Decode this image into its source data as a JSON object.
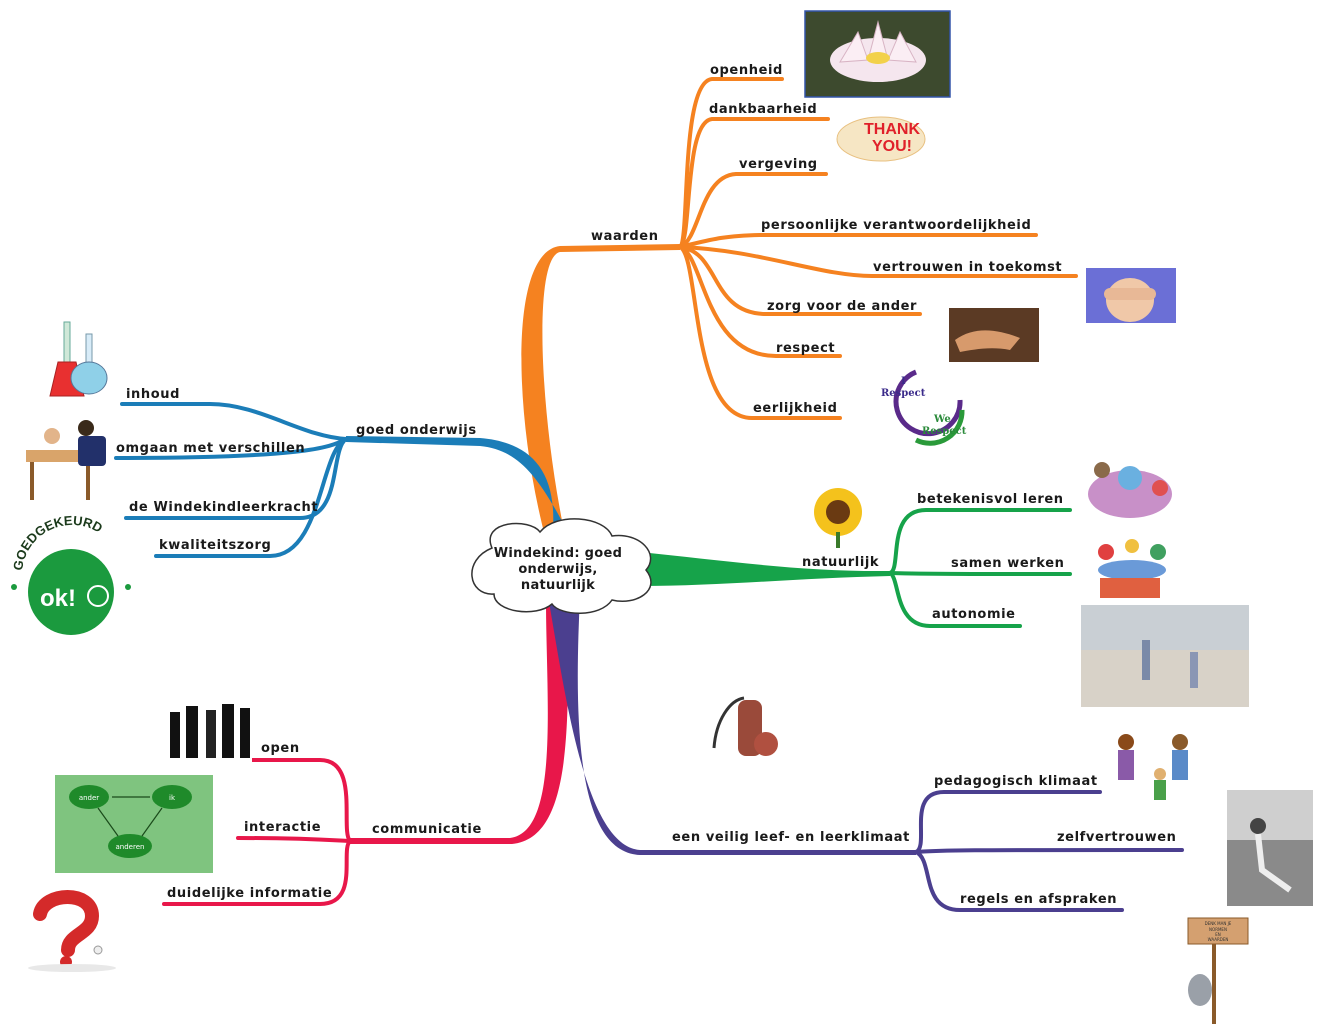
{
  "central": {
    "lines": [
      "Windekind: goed",
      "onderwijs,",
      "natuurlijk"
    ]
  },
  "branches": {
    "waarden": {
      "label": "waarden",
      "color": "#f58220",
      "items": [
        "openheid",
        "dankbaarheid",
        "vergeving",
        "persoonlijke verantwoordelijkheid",
        "vertrouwen in toekomst",
        "zorg voor de ander",
        "respect",
        "eerlijkheid"
      ]
    },
    "goed_onderwijs": {
      "label": "goed onderwijs",
      "color": "#1b7db8",
      "items": [
        "inhoud",
        "omgaan met verschillen",
        "de Windekindleerkracht",
        "kwaliteitszorg"
      ]
    },
    "natuurlijk": {
      "label": "natuurlijk",
      "color": "#16a34a",
      "items": [
        "betekenisvol leren",
        "samen werken",
        "autonomie"
      ]
    },
    "communicatie": {
      "label": "communicatie",
      "color": "#e8174a",
      "items": [
        "open",
        "interactie",
        "duidelijke informatie"
      ]
    },
    "veilig": {
      "label": "een veilig leef- en leerklimaat",
      "color": "#4b3f8f",
      "items": [
        "pedagogisch klimaat",
        "zelfvertrouwen",
        "regels en afspraken"
      ]
    }
  },
  "image_texts": {
    "thank_you": [
      "THANK",
      "YOU!"
    ],
    "respect_logo": [
      "I",
      "Respect",
      "We",
      "Respect"
    ],
    "goedgekeurd": {
      "arc": "GOEDGEKEURD",
      "ok": "ok!"
    },
    "interaction_diagram": [
      "ander",
      "ik",
      "anderen"
    ],
    "sign": [
      "DENK MAN JE",
      "NORMEN",
      "EN",
      "WAARDEN"
    ]
  }
}
